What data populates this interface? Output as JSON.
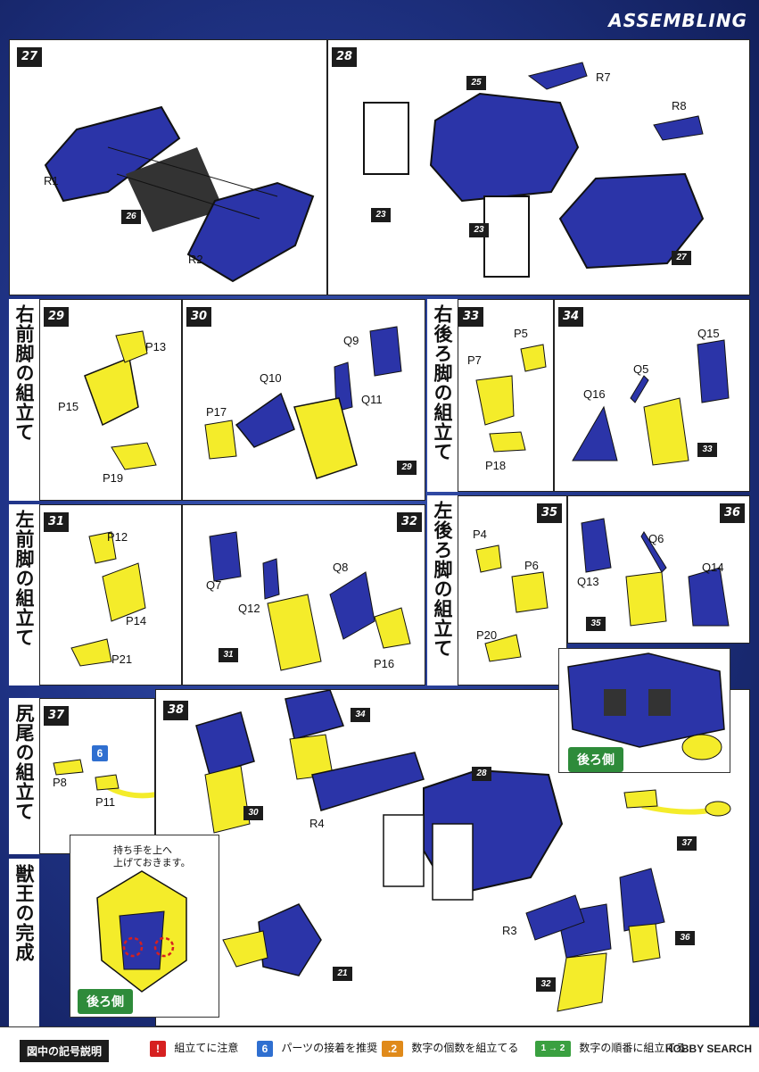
{
  "header": {
    "title": "ASSEMBLING INSTRUCTIONS"
  },
  "steps": {
    "s27": {
      "num": "27",
      "labels": [
        "R1",
        "26",
        "R2"
      ]
    },
    "s28": {
      "num": "28",
      "labels": [
        "25",
        "R7",
        "R8",
        "23",
        "23",
        "27"
      ]
    },
    "s29": {
      "num": "29",
      "labels": [
        "P13",
        "P15",
        "P19"
      ]
    },
    "s30": {
      "num": "30",
      "labels": [
        "Q9",
        "Q10",
        "Q11",
        "P17",
        "29"
      ]
    },
    "s31": {
      "num": "31",
      "labels": [
        "P12",
        "P14",
        "P21"
      ]
    },
    "s32": {
      "num": "32",
      "labels": [
        "Q8",
        "Q7",
        "Q12",
        "P16",
        "31"
      ]
    },
    "s33": {
      "num": "33",
      "labels": [
        "P5",
        "P7",
        "P18"
      ]
    },
    "s34": {
      "num": "34",
      "labels": [
        "Q15",
        "Q5",
        "Q16",
        "33"
      ]
    },
    "s35": {
      "num": "35",
      "labels": [
        "P4",
        "P6",
        "P20"
      ]
    },
    "s36": {
      "num": "36",
      "labels": [
        "Q6",
        "Q13",
        "Q14",
        "35"
      ]
    },
    "s37": {
      "num": "37",
      "labels": [
        "P8",
        "P11"
      ]
    },
    "s38": {
      "num": "38",
      "labels": [
        "34",
        "28",
        "30",
        "R4",
        "37",
        "R3",
        "36",
        "32",
        "21"
      ]
    }
  },
  "section_titles": {
    "right_front_leg": "右前脚の組立て",
    "left_front_leg": "左前脚の組立て",
    "right_rear_leg": "右後ろ脚の組立て",
    "left_rear_leg": "左後ろ脚の組立て",
    "tail": "尻尾の組立て",
    "completion": "獣王の完成"
  },
  "notes": {
    "back_side_1": "後ろ側",
    "back_side_2": "後ろ側",
    "hand_note_line1": "持ち手を上へ",
    "hand_note_line2": "上げておきます。"
  },
  "legend": {
    "title": "図中の記号説明",
    "items": [
      {
        "icon": "!",
        "text": "組立てに注意",
        "color": "#d62020"
      },
      {
        "icon": "6",
        "text": "パーツの接着を推奨",
        "color": "#2f6fd0"
      },
      {
        "icon": ".2",
        "text": "数字の個数を組立てる",
        "color": "#e08a1a"
      },
      {
        "icon": "1 → 2",
        "text": "数字の順番に組立てる",
        "color": "#3aa040"
      }
    ]
  },
  "watermark": "HOBBY SEARCH",
  "colors": {
    "blue_part": "#2b34a8",
    "yellow_part": "#f4ec2a",
    "frame_grey": "#3a3a3a"
  }
}
